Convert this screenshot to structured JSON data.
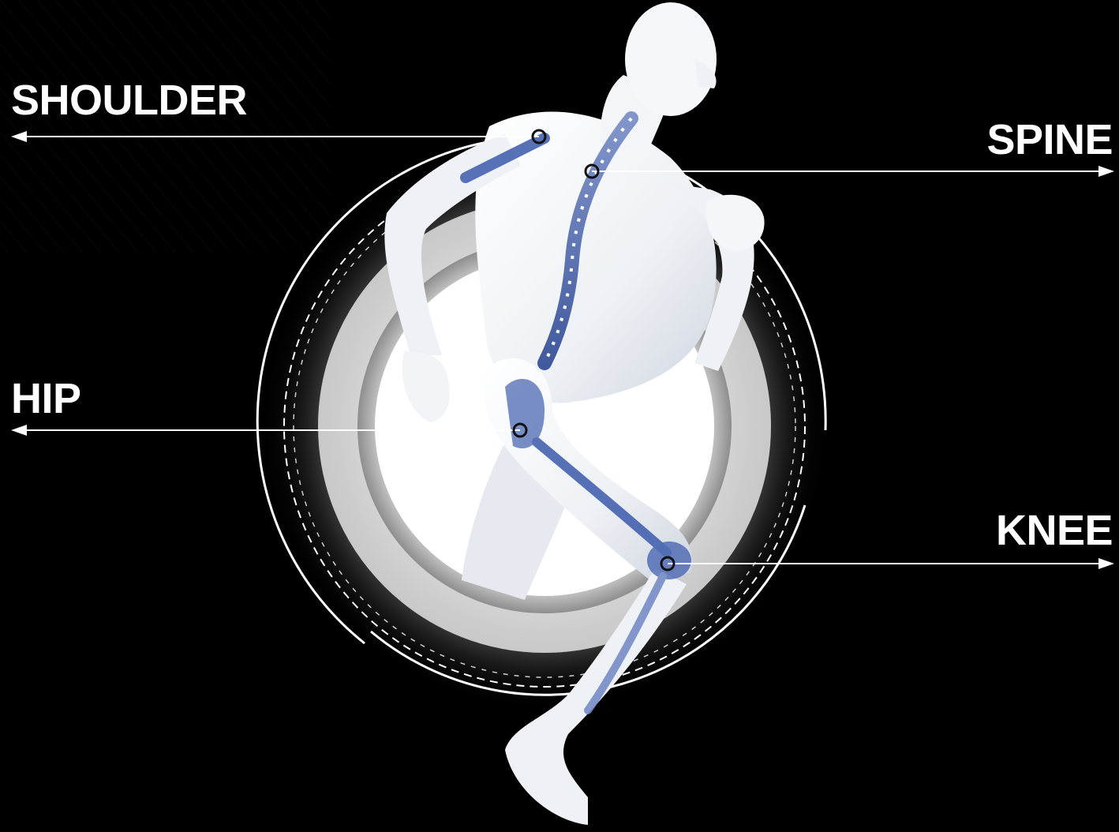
{
  "labels": {
    "shoulder": "SHOULDER",
    "spine": "SPINE",
    "hip": "HIP",
    "knee": "KNEE"
  },
  "colors": {
    "background": "#000000",
    "label": "#ffffff",
    "body": "#eef1f5",
    "highlight": "#2a4a9c"
  }
}
